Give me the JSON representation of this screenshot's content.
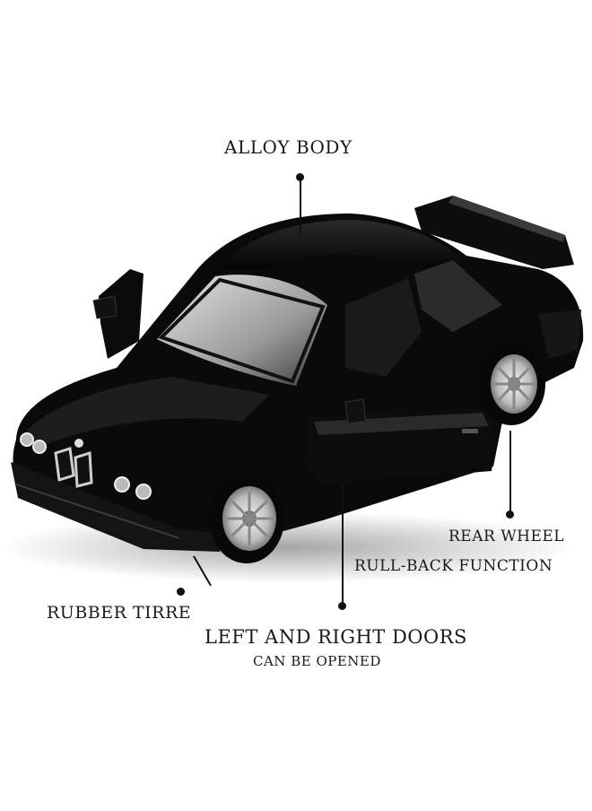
{
  "labels": {
    "alloy_body": "ALLOY BODY",
    "rear_wheel": "REAR WHEEL",
    "pull_back": "RULL-BACK FUNCTION",
    "rubber_tire": "RUBBER TIRRE",
    "doors_line1": "LEFT AND RIGHT DOORS",
    "doors_line2": "CAN BE OPENED"
  },
  "colors": {
    "car_body": "#0a0a0a",
    "background": "#ffffff",
    "text": "#1a1a1a"
  }
}
